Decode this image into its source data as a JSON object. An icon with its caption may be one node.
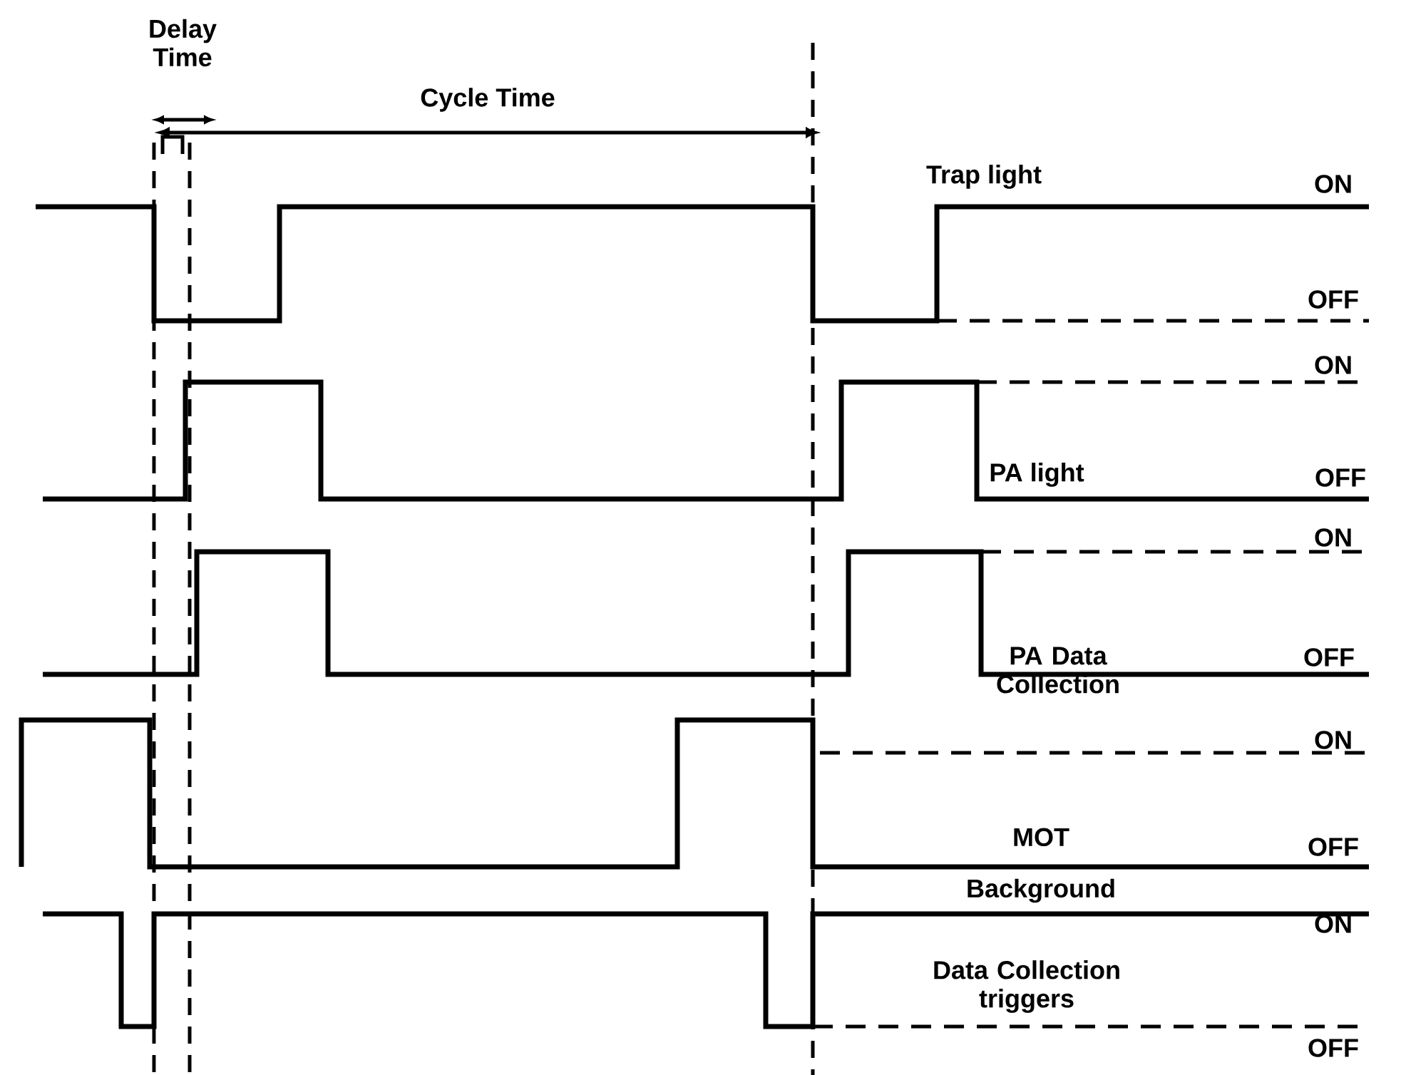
{
  "diagram": {
    "labels": [
      "Delay Time",
      "Cycle Time",
      "Trap light",
      "ON",
      "OFF",
      "ON",
      "PA light",
      "OFF",
      "ON",
      "PA Data Collection",
      "OFF",
      "ON",
      "MOT Background",
      "OFF",
      "ON",
      "Data Collection triggers",
      "OFF"
    ]
  }
}
